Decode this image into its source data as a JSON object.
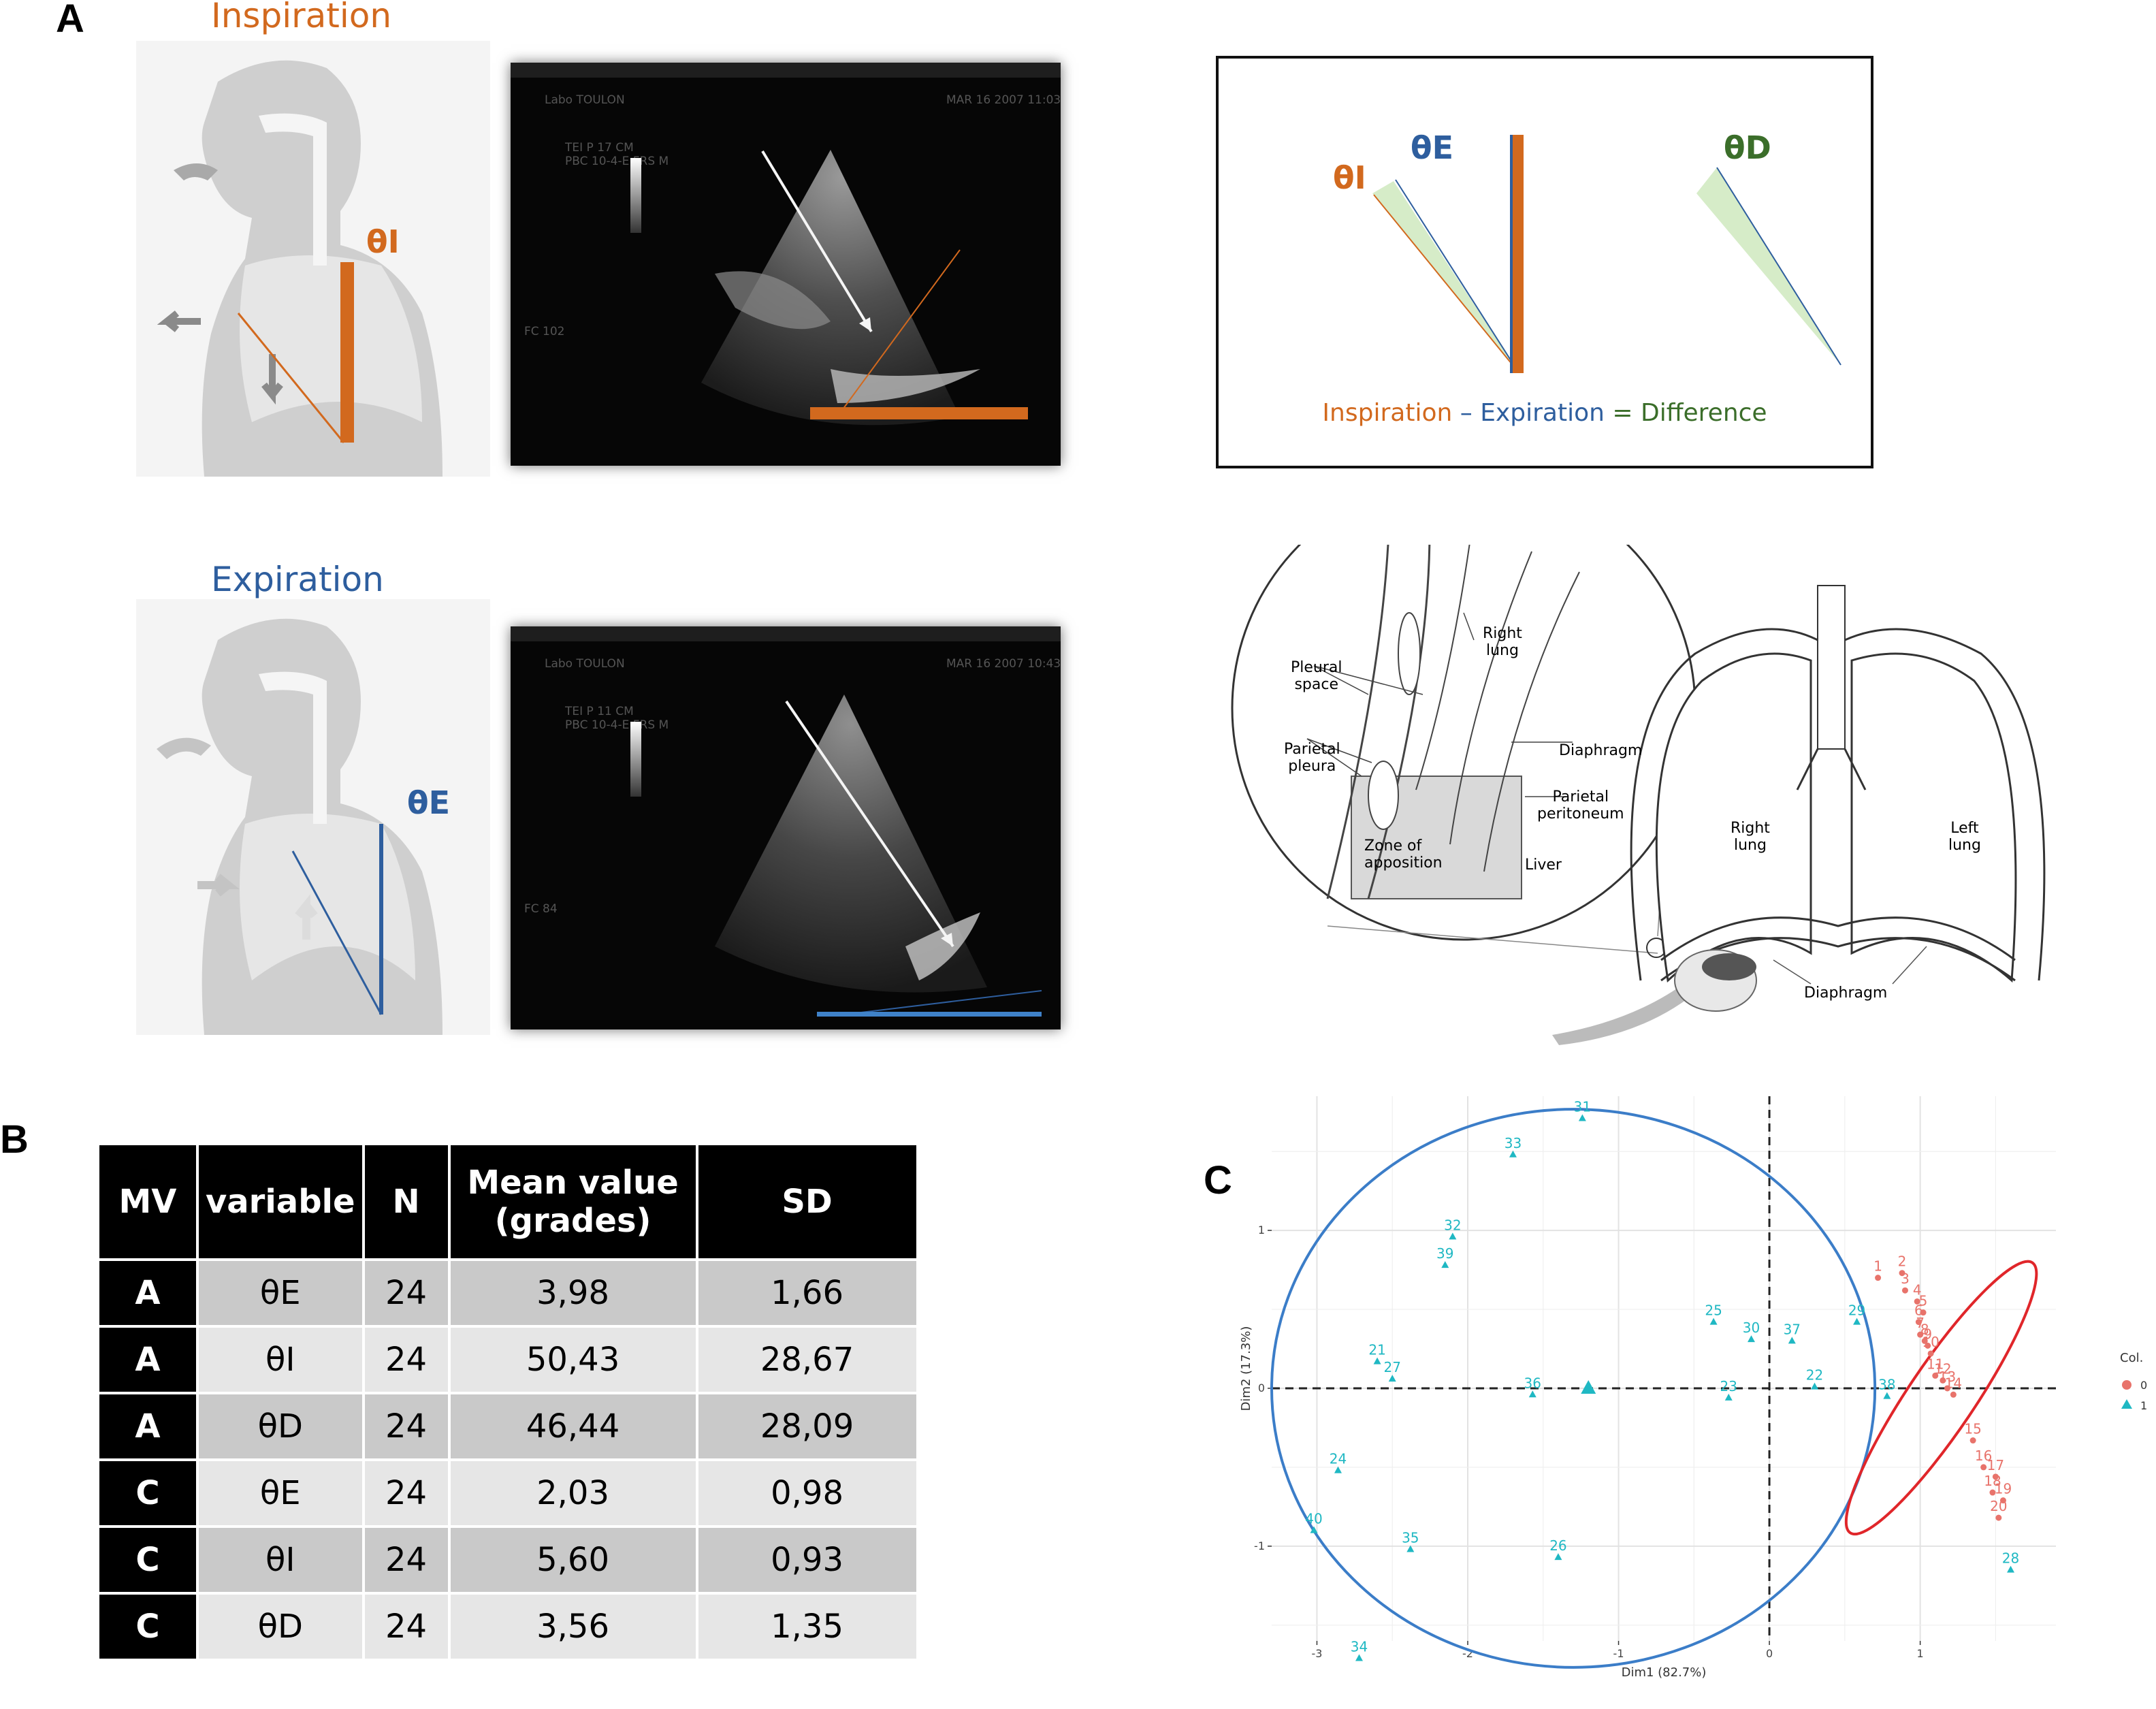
{
  "panels": {
    "a": "A",
    "b": "B",
    "c": "C"
  },
  "panel_a": {
    "inspiration_label": "Inspiration",
    "expiration_label": "Expiration",
    "theta_i": "θI",
    "theta_e": "θE",
    "theta_d": "θD",
    "equation": {
      "t1": "Inspiration",
      "op1": " – ",
      "t2": "Expiration",
      "op2": " = ",
      "t3": "Difference"
    },
    "colors": {
      "inspiration": "#d2691e",
      "expiration": "#2e5e9e",
      "difference": "#3b6e2a",
      "wedge_fill": "#d6ecc8"
    },
    "anatomy": {
      "right_lung_inset": "Right\nlung",
      "pleural_space": "Pleural\nspace",
      "parietal_pleura": "Parietal\npleura",
      "diaphragm_inset": "Diaphragm",
      "parietal_peritoneum": "Parietal\nperitoneum",
      "zone_of_apposition": "Zone of apposition",
      "liver": "Liver",
      "right_lung": "Right\nlung",
      "left_lung": "Left\nlung",
      "diaphragm": "Diaphragm"
    }
  },
  "table": {
    "headers": [
      "MV",
      "variable",
      "N",
      "Mean value\n(grades)",
      "SD"
    ],
    "rows": [
      [
        "A",
        "θE",
        "24",
        "3,98",
        "1,66"
      ],
      [
        "A",
        "θI",
        "24",
        "50,43",
        "28,67"
      ],
      [
        "A",
        "θD",
        "24",
        "46,44",
        "28,09"
      ],
      [
        "C",
        "θE",
        "24",
        "2,03",
        "0,98"
      ],
      [
        "C",
        "θI",
        "24",
        "5,60",
        "0,93"
      ],
      [
        "C",
        "θD",
        "24",
        "3,56",
        "1,35"
      ]
    ]
  },
  "chart_data": {
    "type": "scatter",
    "title": "",
    "xlabel": "Dim1 (82.7%)",
    "ylabel": "Dim2 (17.3%)",
    "xlim": [
      -3.3,
      1.9
    ],
    "ylim": [
      -1.6,
      1.85
    ],
    "xticks": [
      -3,
      -2,
      -1,
      0,
      1
    ],
    "yticks": [
      -1,
      0,
      1
    ],
    "grid": true,
    "legend_title": "Col.",
    "legend_position": "right",
    "series": [
      {
        "name": "0",
        "color": "#e8736b",
        "marker": "circle",
        "points": [
          {
            "label": "1",
            "x": 0.72,
            "y": 0.7
          },
          {
            "label": "2",
            "x": 0.88,
            "y": 0.73
          },
          {
            "label": "3",
            "x": 0.9,
            "y": 0.62
          },
          {
            "label": "4",
            "x": 0.98,
            "y": 0.55
          },
          {
            "label": "5",
            "x": 1.02,
            "y": 0.48
          },
          {
            "label": "6",
            "x": 0.99,
            "y": 0.42
          },
          {
            "label": "7",
            "x": 1.0,
            "y": 0.34
          },
          {
            "label": "8",
            "x": 1.03,
            "y": 0.3
          },
          {
            "label": "9",
            "x": 1.05,
            "y": 0.27
          },
          {
            "label": "10",
            "x": 1.07,
            "y": 0.22
          },
          {
            "label": "11",
            "x": 1.1,
            "y": 0.08
          },
          {
            "label": "12",
            "x": 1.15,
            "y": 0.05
          },
          {
            "label": "13",
            "x": 1.18,
            "y": 0.0
          },
          {
            "label": "14",
            "x": 1.22,
            "y": -0.04
          },
          {
            "label": "15",
            "x": 1.35,
            "y": -0.33
          },
          {
            "label": "16",
            "x": 1.42,
            "y": -0.5
          },
          {
            "label": "17",
            "x": 1.5,
            "y": -0.56
          },
          {
            "label": "18",
            "x": 1.48,
            "y": -0.66
          },
          {
            "label": "19",
            "x": 1.55,
            "y": -0.71
          },
          {
            "label": "20",
            "x": 1.52,
            "y": -0.82
          }
        ]
      },
      {
        "name": "1",
        "color": "#1fb8c3",
        "marker": "triangle",
        "points": [
          {
            "label": "21",
            "x": -2.6,
            "y": 0.17
          },
          {
            "label": "22",
            "x": 0.3,
            "y": 0.01
          },
          {
            "label": "23",
            "x": -0.27,
            "y": -0.06
          },
          {
            "label": "24",
            "x": -2.86,
            "y": -0.52
          },
          {
            "label": "25",
            "x": -0.37,
            "y": 0.42
          },
          {
            "label": "26",
            "x": -1.4,
            "y": -1.07
          },
          {
            "label": "27",
            "x": -2.5,
            "y": 0.06
          },
          {
            "label": "28",
            "x": 1.6,
            "y": -1.15
          },
          {
            "label": "29",
            "x": 0.58,
            "y": 0.42
          },
          {
            "label": "30",
            "x": -0.12,
            "y": 0.31
          },
          {
            "label": "31",
            "x": -1.24,
            "y": 1.71
          },
          {
            "label": "32",
            "x": -2.1,
            "y": 0.96
          },
          {
            "label": "33",
            "x": -1.7,
            "y": 1.48
          },
          {
            "label": "34",
            "x": -2.72,
            "y": -1.71
          },
          {
            "label": "35",
            "x": -2.38,
            "y": -1.02
          },
          {
            "label": "36",
            "x": -1.57,
            "y": -0.04
          },
          {
            "label": "37",
            "x": 0.15,
            "y": 0.3
          },
          {
            "label": "38",
            "x": 0.78,
            "y": -0.05
          },
          {
            "label": "39",
            "x": -2.15,
            "y": 0.78
          },
          {
            "label": "40",
            "x": -3.02,
            "y": -0.9
          }
        ]
      }
    ],
    "centroid": {
      "x": -1.2,
      "y": 0.0
    },
    "ellipses": [
      {
        "cx": -1.3,
        "cy": 0.0,
        "rx": 2.0,
        "ry": 1.85,
        "rotation": 0,
        "color": "#3b7dc8"
      },
      {
        "cx": 1.14,
        "cy": -0.06,
        "rx": 1.08,
        "ry": 0.22,
        "rotation": -56,
        "color": "#e0262a"
      }
    ]
  }
}
